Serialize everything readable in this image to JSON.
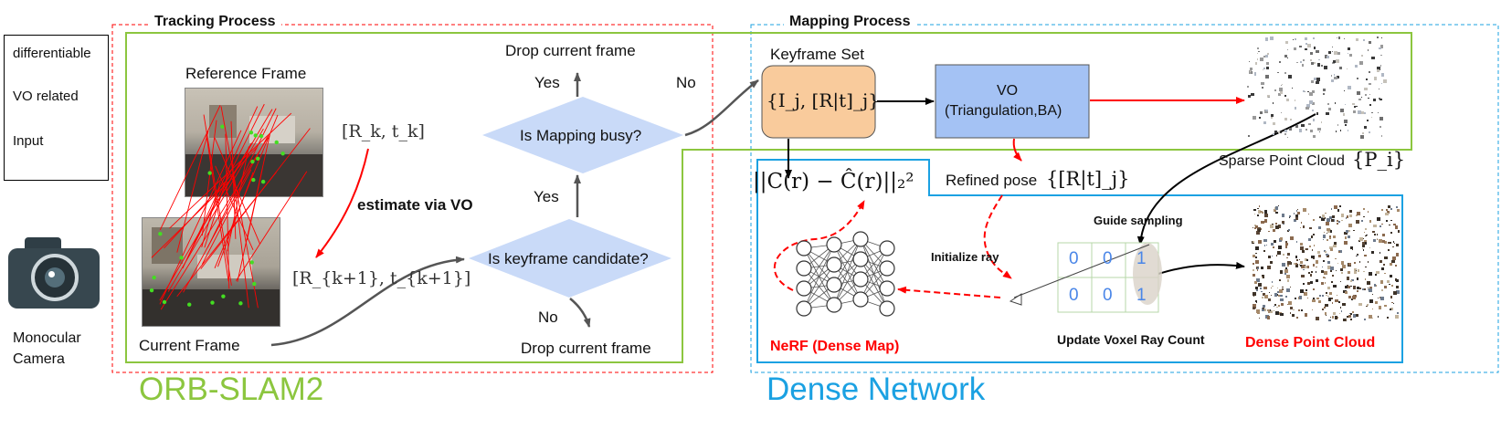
{
  "legend": {
    "items": [
      {
        "label": "differentiable",
        "color": "#ff0000",
        "style": "dashed"
      },
      {
        "label": "VO related",
        "color": "#ff0000",
        "style": "solid"
      },
      {
        "label": "Input",
        "color": "#000000",
        "style": "solid"
      }
    ]
  },
  "camera": {
    "line1": "Monocular",
    "line2": "Camera"
  },
  "tracking": {
    "title": "Tracking Process",
    "reference_frame": "Reference Frame",
    "current_frame": "Current Frame",
    "pose_k": "[R_k, t_k]",
    "pose_k1": "[R_{k+1}, t_{k+1}]",
    "estimate_label": "estimate via VO",
    "diamond_top": "Is Mapping busy?",
    "diamond_bottom": "Is keyframe candidate?",
    "yes_top": "Yes",
    "no_top": "No",
    "yes_mid": "Yes",
    "no_bottom": "No",
    "drop_top": "Drop current frame",
    "drop_bottom": "Drop current frame"
  },
  "mapping": {
    "title": "Mapping Process",
    "keyframe_set": "Keyframe Set",
    "keyframe_formula": "{I_j, [R|t]_j}",
    "vo_line1": "VO",
    "vo_line2": "(Triangulation,BA)",
    "sparse_label": "Sparse Point Cloud",
    "sparse_symbol": "{P_i}",
    "refined_label": "Refined pose",
    "refined_symbol": "{[R|t]_j}",
    "loss": "||C(r) − Ĉ(r)||₂²",
    "guide_sampling": "Guide sampling",
    "initialize_ray": "Initialize ray",
    "voxel_values": [
      "0",
      "0",
      "1",
      "0",
      "0",
      "1"
    ],
    "update_voxel": "Update Voxel Ray Count",
    "nerf_label": "NeRF (Dense Map)",
    "dense_label": "Dense Point Cloud"
  },
  "footer": {
    "orb_slam": "ORB-SLAM2",
    "dense_network": "Dense Network"
  },
  "colors": {
    "red": "#ff0000",
    "green": "#8cc63f",
    "blue": "#1ba1e2",
    "diamond": "#c9daf8",
    "keyframe_fill": "#f9cb9c",
    "vo_fill": "#a4c2f4"
  }
}
